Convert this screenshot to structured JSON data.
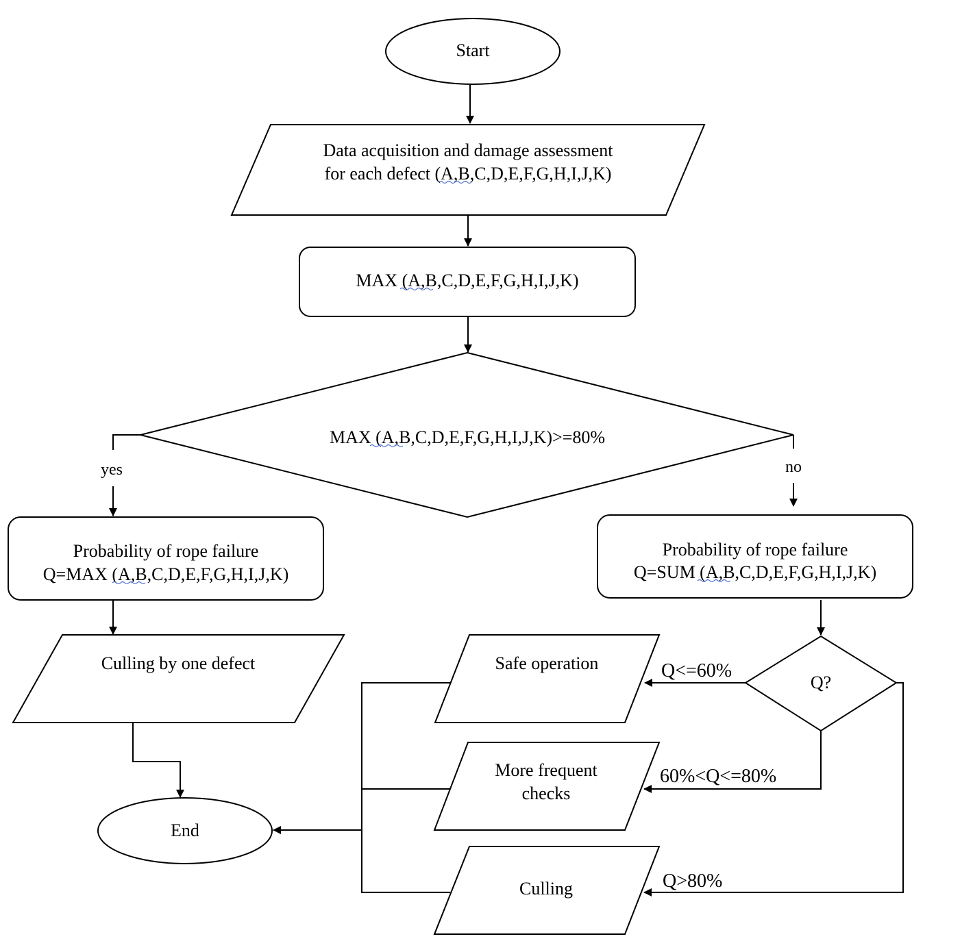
{
  "nodes": {
    "start": {
      "text": "Start"
    },
    "data_acquisition": {
      "line1": "Data acquisition and damage assessment",
      "line2": "for each defect (A,B,C,D,E,F,G,H,I,J,K)"
    },
    "max_step": {
      "text": "MAX (A,B,C,D,E,F,G,H,I,J,K)"
    },
    "decision_max": {
      "text": "MAX (A,B,C,D,E,F,G,H,I,J,K)>=80%"
    },
    "prob_max": {
      "line1": "Probability of rope failure",
      "line2": "Q=MAX (A,B,C,D,E,F,G,H,I,J,K)"
    },
    "prob_sum": {
      "line1": "Probability of rope failure",
      "line2": "Q=SUM (A,B,C,D,E,F,G,H,I,J,K)"
    },
    "culling_one": {
      "text": "Culling by one defect"
    },
    "decision_q": {
      "text": "Q?"
    },
    "safe_operation": {
      "text": "Safe operation"
    },
    "frequent_checks": {
      "line1": "More frequent",
      "line2": "checks"
    },
    "culling": {
      "text": "Culling"
    },
    "end": {
      "text": "End"
    }
  },
  "edge_labels": {
    "yes": "yes",
    "no": "no",
    "q_low": "Q<=60%",
    "q_mid": "60%<Q<=80%",
    "q_high": "Q>80%"
  },
  "colors": {
    "stroke": "#000000",
    "fill": "#ffffff",
    "spellcheck_underline": "#4a6fd4"
  }
}
